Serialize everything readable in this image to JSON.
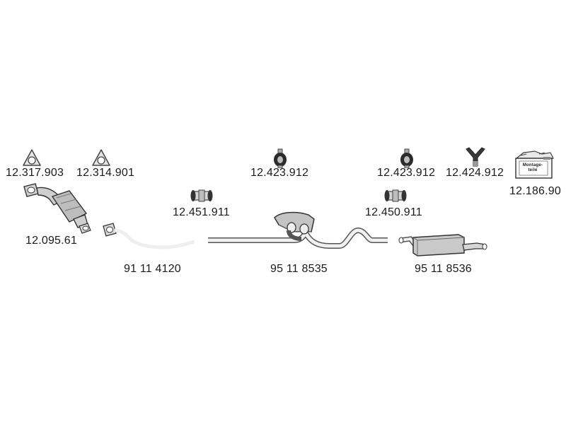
{
  "parts": {
    "gasket_1": "12.317.903",
    "gasket_2": "12.314.901",
    "rubber_mount_1": "12.423.912",
    "rubber_mount_2": "12.423.912",
    "rubber_mount_3": "12.424.912",
    "mounting_kit": "12.186.90",
    "mounting_kit_box_text": "Montage-teile",
    "clamp_1": "12.451.911",
    "clamp_2": "12.450.911",
    "catalytic_converter": "12.095.61",
    "front_pipe": "91 11 4120",
    "middle_silencer": "95 11 8535",
    "rear_silencer": "95 11 8536"
  },
  "colors": {
    "line": "#555555",
    "fill": "#d9d9d9",
    "text": "#1a1a1a"
  }
}
